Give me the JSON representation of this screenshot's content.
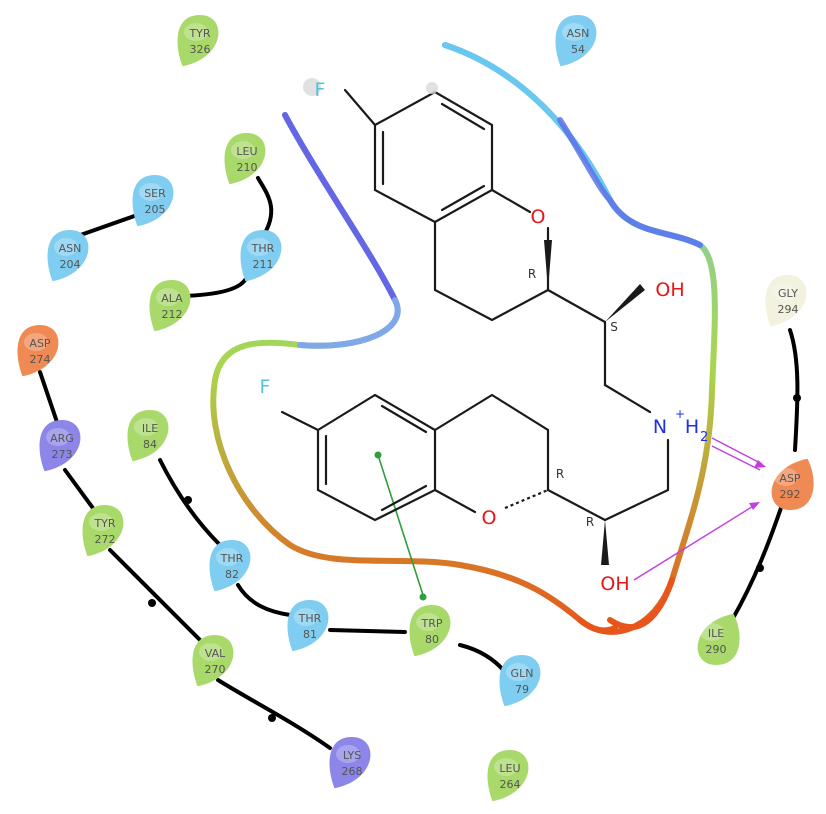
{
  "colors": {
    "acidic": "#f08a55",
    "basic": "#8b86e8",
    "polar": "#7fcdf0",
    "hydrophobic": "#a8d96a",
    "glycine": "#f2f2df",
    "hbond": "#c23ee0",
    "pistack": "#2f9e3b",
    "fluorine": "#4fc3d9",
    "oxygen": "#e81717",
    "nitrogen": "#1f2fe8"
  },
  "residues": [
    {
      "id": "tyr326",
      "name": "TYR",
      "num": "326",
      "type": "hydrophobic"
    },
    {
      "id": "asn54",
      "name": "ASN",
      "num": "54",
      "type": "polar"
    },
    {
      "id": "leu210",
      "name": "LEU",
      "num": "210",
      "type": "hydrophobic"
    },
    {
      "id": "ser205",
      "name": "SER",
      "num": "205",
      "type": "polar"
    },
    {
      "id": "asn204",
      "name": "ASN",
      "num": "204",
      "type": "polar"
    },
    {
      "id": "thr211",
      "name": "THR",
      "num": "211",
      "type": "polar"
    },
    {
      "id": "ala212",
      "name": "ALA",
      "num": "212",
      "type": "hydrophobic"
    },
    {
      "id": "asp274",
      "name": "ASP",
      "num": "274",
      "type": "acidic"
    },
    {
      "id": "arg273",
      "name": "ARG",
      "num": "273",
      "type": "basic"
    },
    {
      "id": "ile84",
      "name": "ILE",
      "num": "84",
      "type": "hydrophobic"
    },
    {
      "id": "tyr272",
      "name": "TYR",
      "num": "272",
      "type": "hydrophobic"
    },
    {
      "id": "thr82",
      "name": "THR",
      "num": "82",
      "type": "polar"
    },
    {
      "id": "thr81",
      "name": "THR",
      "num": "81",
      "type": "polar"
    },
    {
      "id": "trp80",
      "name": "TRP",
      "num": "80",
      "type": "hydrophobic"
    },
    {
      "id": "gln79",
      "name": "GLN",
      "num": "79",
      "type": "polar"
    },
    {
      "id": "val270",
      "name": "VAL",
      "num": "270",
      "type": "hydrophobic"
    },
    {
      "id": "lys268",
      "name": "LYS",
      "num": "268",
      "type": "basic"
    },
    {
      "id": "leu264",
      "name": "LEU",
      "num": "264",
      "type": "hydrophobic"
    },
    {
      "id": "gly294",
      "name": "GLY",
      "num": "294",
      "type": "glycine"
    },
    {
      "id": "asp292",
      "name": "ASP",
      "num": "292",
      "type": "acidic"
    },
    {
      "id": "ile290",
      "name": "ILE",
      "num": "290",
      "type": "hydrophobic"
    }
  ],
  "ligand": {
    "atoms": {
      "f_top": "F",
      "f_bottom": "F",
      "o_ring_top": "O",
      "o_ring_bottom": "O",
      "oh_top": "OH",
      "oh_bottom": "OH",
      "nh2": "N",
      "nh2_charge": "+",
      "nh2_h": "H",
      "nh2_sub": "2"
    },
    "stereo": {
      "r_top": "R",
      "s_top": "S",
      "r_bottom_ring": "R",
      "r_bottom_chain": "R"
    }
  }
}
